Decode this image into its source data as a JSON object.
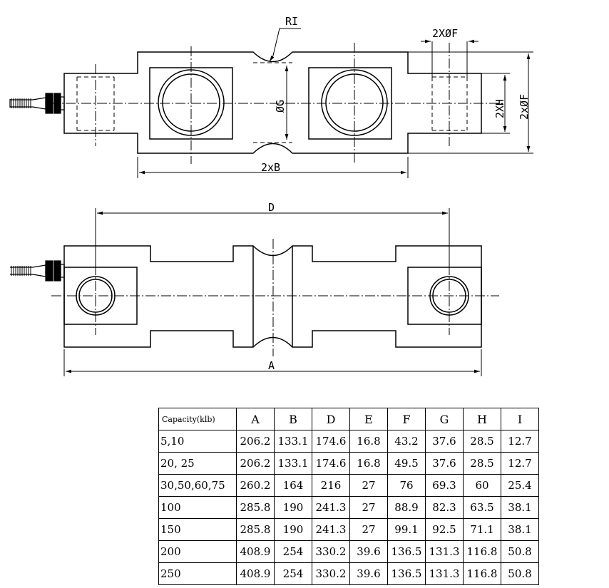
{
  "top_view": {
    "radius_label": "RI",
    "hole_dia_label": "2XØF",
    "neck_dia_label": "ØG",
    "height_label": "2XH",
    "outer_dia_label": "2xØF",
    "width_label": "2xB"
  },
  "side_view": {
    "hole_span_label": "D",
    "length_label": "A"
  },
  "table": {
    "header_capacity": "Capacity(klb)",
    "columns": [
      "A",
      "B",
      "D",
      "E",
      "F",
      "G",
      "H",
      "I"
    ],
    "rows": [
      {
        "capacity": "5,10",
        "values": [
          "206.2",
          "133.1",
          "174.6",
          "16.8",
          "43.2",
          "37.6",
          "28.5",
          "12.7"
        ]
      },
      {
        "capacity": "20, 25",
        "values": [
          "206.2",
          "133.1",
          "174.6",
          "16.8",
          "49.5",
          "37.6",
          "28.5",
          "12.7"
        ]
      },
      {
        "capacity": "30,50,60,75",
        "values": [
          "260.2",
          "164",
          "216",
          "27",
          "76",
          "69.3",
          "60",
          "25.4"
        ]
      },
      {
        "capacity": "100",
        "values": [
          "285.8",
          "190",
          "241.3",
          "27",
          "88.9",
          "82.3",
          "63.5",
          "38.1"
        ]
      },
      {
        "capacity": "150",
        "values": [
          "285.8",
          "190",
          "241.3",
          "27",
          "99.1",
          "92.5",
          "71.1",
          "38.1"
        ]
      },
      {
        "capacity": "200",
        "values": [
          "408.9",
          "254",
          "330.2",
          "39.6",
          "136.5",
          "131.3",
          "116.8",
          "50.8"
        ]
      },
      {
        "capacity": "250",
        "values": [
          "408.9",
          "254",
          "330.2",
          "39.6",
          "136.5",
          "131.3",
          "116.8",
          "50.8"
        ]
      }
    ]
  }
}
